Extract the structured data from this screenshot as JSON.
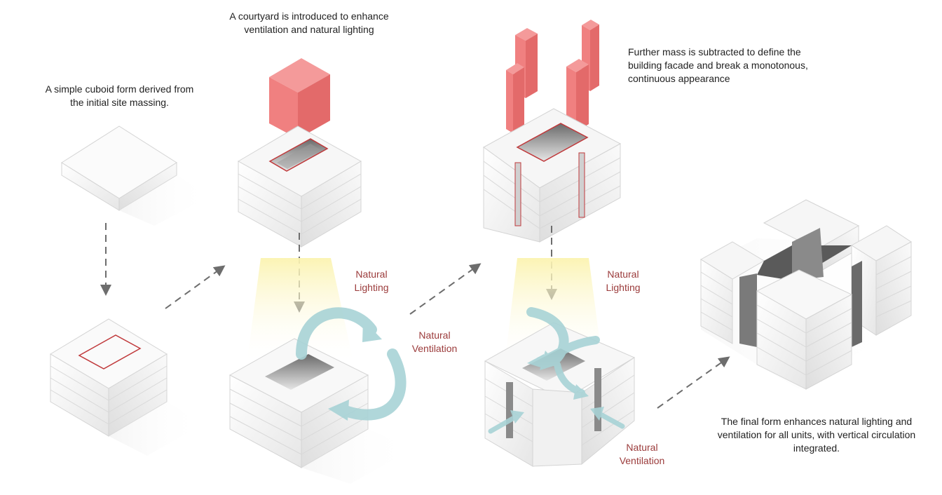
{
  "captions": {
    "step1": "A simple cuboid form derived from the initial site massing.",
    "step2": "A courtyard is introduced to enhance ventilation and natural lighting",
    "step3": "Further mass is subtracted to define the building facade and break a monotonous, continuous appearance",
    "step4": "The final form enhances natural lighting and ventilation for all units, with vertical circulation integrated."
  },
  "labels": {
    "lighting_1": "Natural Lighting",
    "ventilation_1": "Natural Ventilation",
    "lighting_2": "Natural Lighting",
    "ventilation_2": "Natural Ventilation"
  },
  "colors": {
    "subtracted_mass": "#f07c7c",
    "outline_red": "#c0393b",
    "label_text": "#9b3b3b",
    "light_beam": "#fbf5c4",
    "airflow": "#a8d3d6",
    "massing_face_top": "#f7f7f7",
    "massing_face_left": "#e9e9e9",
    "massing_face_right": "#f3f3f3",
    "arrow_dash": "#6d6d6d"
  }
}
